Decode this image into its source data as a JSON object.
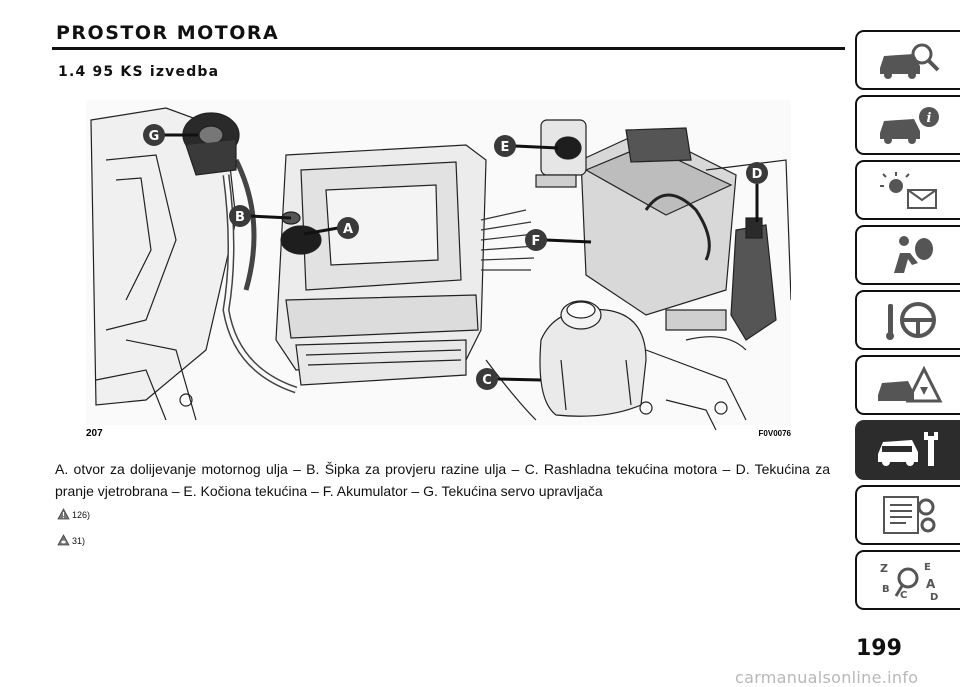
{
  "header": {
    "title": "PROSTOR MOTORA",
    "section": "1.4 95 KS izvedba"
  },
  "figure": {
    "number": "207",
    "code": "F0V0076",
    "callouts": [
      "A",
      "B",
      "C",
      "D",
      "E",
      "F",
      "G"
    ]
  },
  "caption": "A. otvor za dolijevanje motornog ulja – B. Šipka za provjeru razine ulja – C. Rashladna tekućina motora – D. Tekućina za pranje vjetrobrana – E. Kočiona tekućina – F. Akumulator – G. Tekućina servo upravljača",
  "notes": [
    {
      "icon": "warning-triangle-icon",
      "ref": "126)"
    },
    {
      "icon": "oil-warning-triangle-icon",
      "ref": "31)"
    }
  ],
  "side_tabs": [
    {
      "name": "tab-car-search",
      "icon": "car-search-icon",
      "active": false
    },
    {
      "name": "tab-car-info",
      "icon": "car-info-icon",
      "active": false
    },
    {
      "name": "tab-lights-message",
      "icon": "lights-message-icon",
      "active": false
    },
    {
      "name": "tab-safety",
      "icon": "airbag-person-icon",
      "active": false
    },
    {
      "name": "tab-driving",
      "icon": "steering-wheel-icon",
      "active": false
    },
    {
      "name": "tab-emergency",
      "icon": "car-warning-icon",
      "active": false
    },
    {
      "name": "tab-maintenance",
      "icon": "car-wrench-icon",
      "active": true
    },
    {
      "name": "tab-technical-data",
      "icon": "document-gear-icon",
      "active": false
    },
    {
      "name": "tab-index",
      "icon": "alphabet-index-icon",
      "active": false
    }
  ],
  "page_number": "199",
  "watermark": "carmanualsonline.info"
}
